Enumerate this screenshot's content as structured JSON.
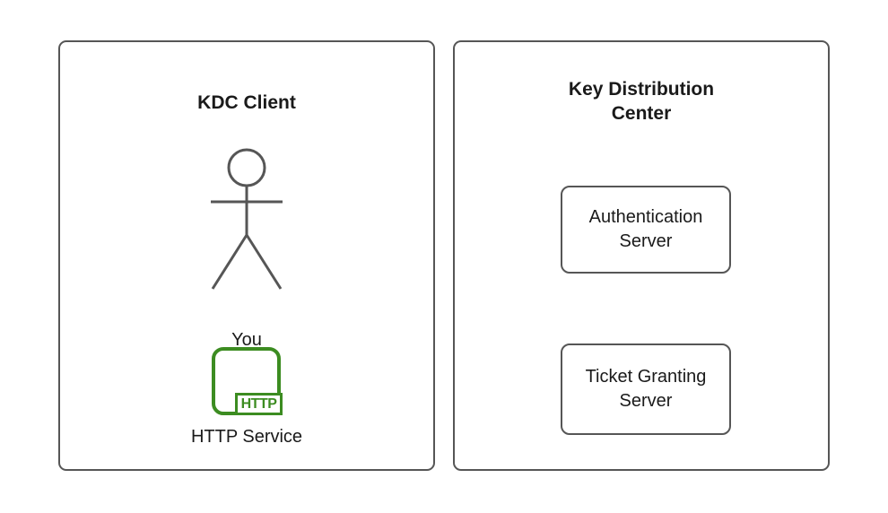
{
  "canvas": {
    "background": "#ffffff",
    "shape_border_color": "#565656",
    "text_color": "#1a1a1a",
    "accent_green": "#3c8c21"
  },
  "left_panel": {
    "title": "KDC Client",
    "actor": {
      "icon": "stick-figure-actor",
      "label": "You"
    },
    "http_service": {
      "icon": "http-service",
      "badge": "HTTP",
      "label": "HTTP Service"
    }
  },
  "right_panel": {
    "title": "Key Distribution Center",
    "servers": [
      {
        "label": "Authentication Server"
      },
      {
        "label": "Ticket Granting Server"
      }
    ]
  }
}
